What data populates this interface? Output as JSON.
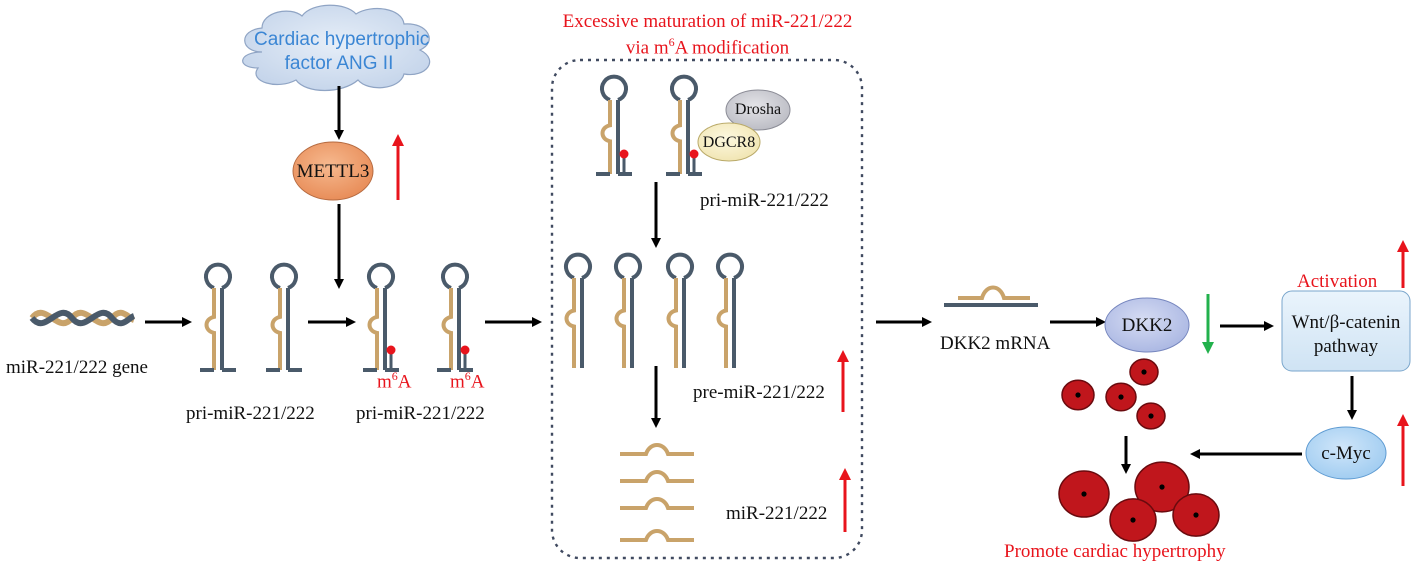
{
  "cloud": {
    "line1": "Cardiac hypertrophic",
    "line2": "factor ANG II"
  },
  "title": {
    "line1": "Excessive maturation of miR-221/222",
    "line2_pre": "via m",
    "line2_sup": "6",
    "line2_post": "A modification"
  },
  "nodes": {
    "mettl3": "METTL3",
    "drosha": "Drosha",
    "dgcr8": "DGCR8",
    "dkk2": "DKK2",
    "wnt_line1": "Wnt/β-catenin",
    "wnt_line2": "pathway",
    "cmyc": "c-Myc"
  },
  "labels": {
    "gene": "miR-221/222 gene",
    "pri1": "pri-miR-221/222",
    "pri2": "pri-miR-221/222",
    "pri3": "pri-miR-221/222",
    "pre": "pre-miR-221/222",
    "mature": "miR-221/222",
    "dkk2_mrna": "DKK2 mRNA",
    "m6a_m": "m",
    "m6a_sup": "6",
    "m6a_a": "A",
    "activation": "Activation",
    "promote": "Promote cardiac hypertrophy"
  },
  "colors": {
    "stem": "#4a5a6a",
    "strand": "#c9a36a",
    "red": "#e8141c",
    "green": "#22b14c",
    "arrow": "#000000",
    "methyl": "#e8141c",
    "cell": "#c0161c"
  }
}
